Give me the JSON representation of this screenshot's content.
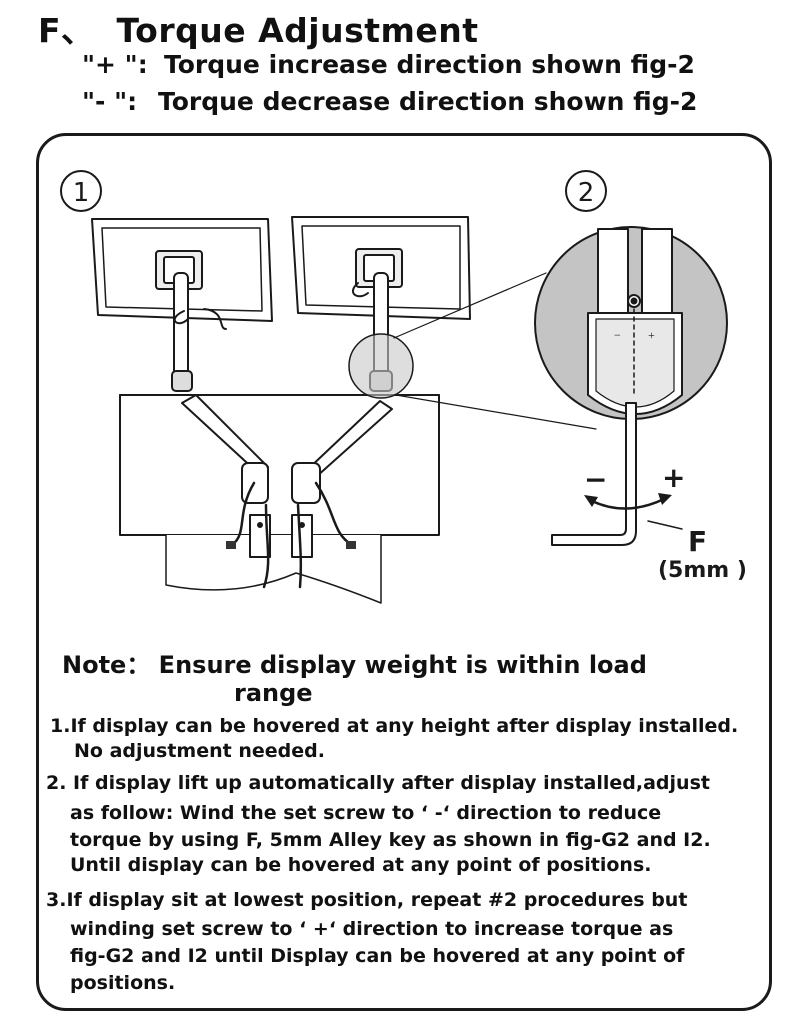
{
  "section": {
    "letter": "F、",
    "title": "Torque Adjustment",
    "plus_key": "\"+ \":",
    "plus_text": "Torque increase direction shown fig-2",
    "minus_key": "\"- \":",
    "minus_text": "Torque decrease direction shown fig-2"
  },
  "figure": {
    "fig1_marker": "①",
    "fig2_marker": "②",
    "minus_sign": "−",
    "plus_sign": "+",
    "tool_label": "F",
    "tool_size": "(5mm )"
  },
  "note": {
    "heading": "Note： Ensure display weight is within load",
    "heading_cont": "range",
    "step1_line1": "1.If display can be hovered at any height after display installed.",
    "step1_line2": "No adjustment needed.",
    "step2_line1": "2. If display lift up automatically after display installed,adjust",
    "step2_line2": "as follow: Wind the set screw to ‘ -‘ direction to reduce",
    "step2_line3": "torque by using F, 5mm Alley key as shown in fig-G2 and I2.",
    "step2_line4": "Until display can be hovered at any point of positions.",
    "step3_line1": "3.If display sit at lowest position, repeat #2 procedures but",
    "step3_line2": "winding set screw to ‘ +‘ direction to increase torque as",
    "step3_line3": "fig-G2 and I2 until Display can be hovered at any point of",
    "step3_line4": "positions."
  }
}
